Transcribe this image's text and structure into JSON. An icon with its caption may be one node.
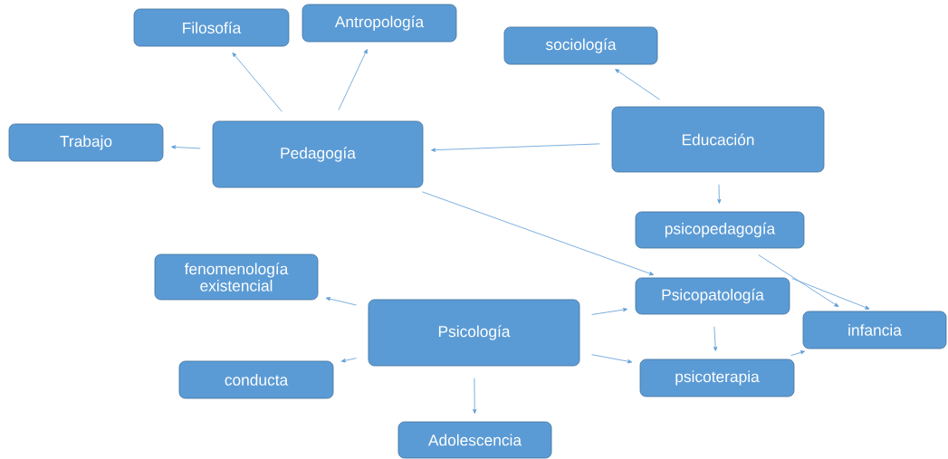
{
  "diagram": {
    "nodes": [
      {
        "text": [
          "Filosofía"
        ]
      },
      {
        "text": [
          "Antropología"
        ]
      },
      {
        "text": [
          "sociología"
        ]
      },
      {
        "text": [
          "Trabajo"
        ]
      },
      {
        "text": [
          "Pedagogía"
        ]
      },
      {
        "text": [
          "Educación"
        ]
      },
      {
        "text": [
          "psicopedagogía"
        ]
      },
      {
        "text": [
          "fenomenología existencial"
        ]
      },
      {
        "text": [
          "Psicopatología"
        ]
      },
      {
        "text": [
          "infancia"
        ]
      },
      {
        "text": [
          "Psicología"
        ]
      },
      {
        "text": [
          "conducta"
        ]
      },
      {
        "text": [
          "psicoterapia"
        ]
      },
      {
        "text": [
          "Adolescencia"
        ]
      }
    ],
    "edges": [
      {
        "from": 4,
        "to": 0,
        "arrow": "to"
      },
      {
        "from": 4,
        "to": 1,
        "arrow": "to"
      },
      {
        "from": 4,
        "to": 3,
        "arrow": "to"
      },
      {
        "from": 5,
        "to": 2,
        "arrow": "to"
      },
      {
        "from": 5,
        "to": 4,
        "arrow": "to"
      },
      {
        "from": 5,
        "to": 6,
        "arrow": "to"
      },
      {
        "from": 4,
        "to": 8,
        "arrow": "to"
      },
      {
        "from": 6,
        "to": 9,
        "arrow": "to"
      },
      {
        "from": 8,
        "to": 9,
        "arrow": "to"
      },
      {
        "from": 8,
        "to": 12,
        "arrow": "to"
      },
      {
        "from": 12,
        "to": 9,
        "arrow": "to"
      },
      {
        "from": 10,
        "to": 7,
        "arrow": "to"
      },
      {
        "from": 10,
        "to": 11,
        "arrow": "to"
      },
      {
        "from": 10,
        "to": 13,
        "arrow": "to"
      },
      {
        "from": 10,
        "to": 8,
        "arrow": "to"
      },
      {
        "from": 10,
        "to": 12,
        "arrow": "to"
      }
    ]
  }
}
